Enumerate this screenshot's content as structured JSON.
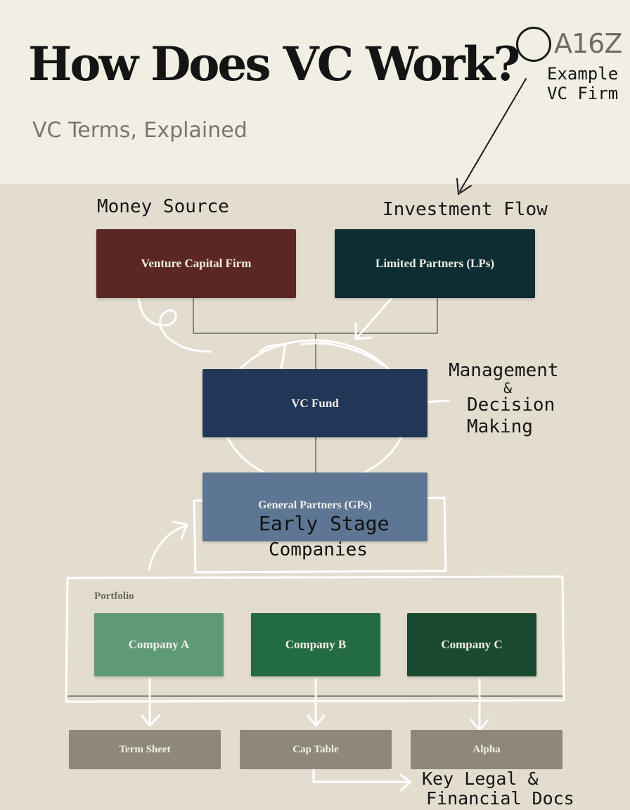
{
  "header": {
    "title": "How Does VC Work?",
    "subtitle": "VC Terms, Explained",
    "logo_text": "A16Z"
  },
  "annotations": {
    "example": [
      "Example",
      "VC Firm"
    ],
    "money_source": "Money Source",
    "investment_flow": "Investment Flow",
    "management": [
      "Management",
      "&",
      "Decision",
      "Making"
    ],
    "early_stage": "Early Stage",
    "companies": "Companies",
    "key_docs": [
      "Key Legal &",
      "Financial Docs"
    ]
  },
  "nodes": {
    "vc_firm": "Venture Capital Firm",
    "lps": "Limited Partners (LPs)",
    "vc_fund": "VC Fund",
    "gps": "General Partners (GPs)",
    "portfolio_label": "Portfolio",
    "companies": [
      "Company A",
      "Company B",
      "Company C"
    ],
    "docs": [
      "Term Sheet",
      "Cap Table",
      "Alpha"
    ]
  },
  "colors": {
    "vc_firm": "#5a2722",
    "lps": "#0e2d33",
    "vc_fund": "#223658",
    "gps": "#5c7693",
    "company_a": "#5f9a78",
    "company_b": "#236b43",
    "company_c": "#184a31",
    "doc": "#8e887b"
  }
}
